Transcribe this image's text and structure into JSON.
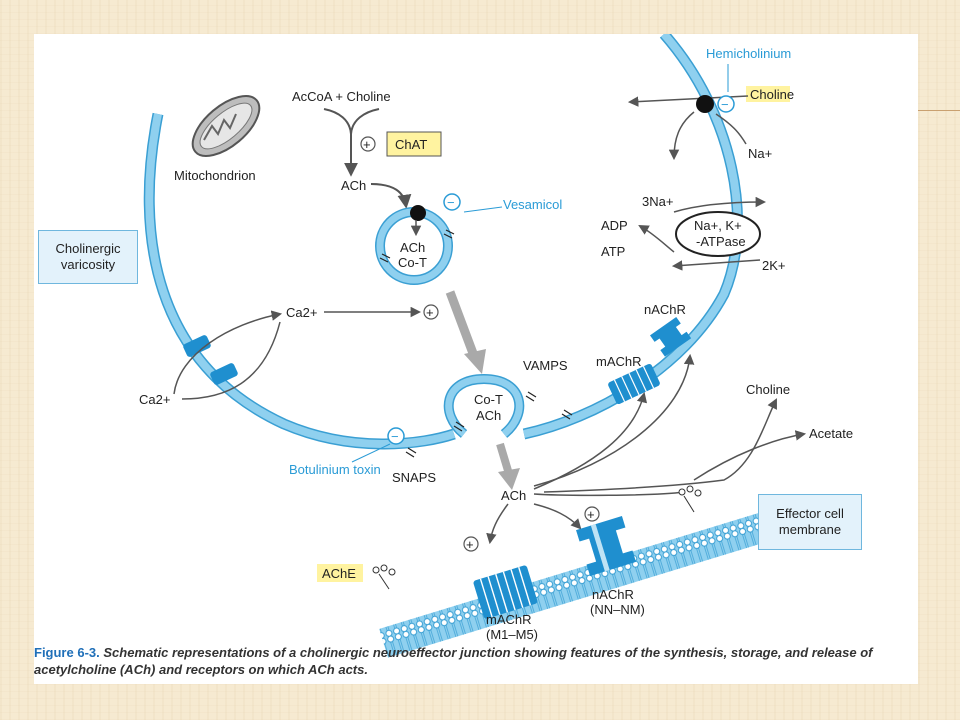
{
  "figure": {
    "labels": {
      "acetyl_coa_choline": "AcCoA + Choline",
      "chat": "ChAT",
      "ach_top": "ACh",
      "mitochondrion": "Mitochondrion",
      "vesamicol": "Vesamicol",
      "vesicle_ach": "ACh",
      "vesicle_cot": "Co-T",
      "cholinergic_varicosity": "Cholinergic varicosity",
      "ca_inside": "Ca2+",
      "ca_outside": "Ca2+",
      "hemicholinium": "Hemicholinium",
      "choline_top": "Choline",
      "na_top": "Na+",
      "three_na": "3Na+",
      "adp": "ADP",
      "atp": "ATP",
      "atpase_line1": "Na+, K+",
      "atpase_line2": "-ATPase",
      "two_k": "2K+",
      "nachr_top": "nAChR",
      "machr_mid": "mAChR",
      "vamps": "VAMPS",
      "fused_cot": "Co-T",
      "fused_ach": "ACh",
      "botulinium": "Botulinium toxin",
      "snaps": "SNAPS",
      "ach_cleft": "ACh",
      "choline_right": "Choline",
      "acetate": "Acetate",
      "effector": "Effector cell membrane",
      "ache": "AChE",
      "machr_bottom_1": "mAChR",
      "machr_bottom_2": "(M1–M5)",
      "nachr_bottom_1": "nAChR",
      "nachr_bottom_2": "(NN–NM)",
      "plus": "+",
      "minus": "−"
    },
    "caption_number": "Figure 6-3.",
    "caption_text": "Schematic representations of a cholinergic neuroeffector junction showing features of the synthesis, storage, and release of acetylcholine (ACh) and receptors on which ACh acts."
  },
  "colors": {
    "membrane": "#8fd0ef",
    "membrane_edge": "#3a9fd3",
    "receptor": "#1f8fcf",
    "arrow": "#555555",
    "highlight": "#fff3a0",
    "accent_blue": "#2a9bd6"
  }
}
